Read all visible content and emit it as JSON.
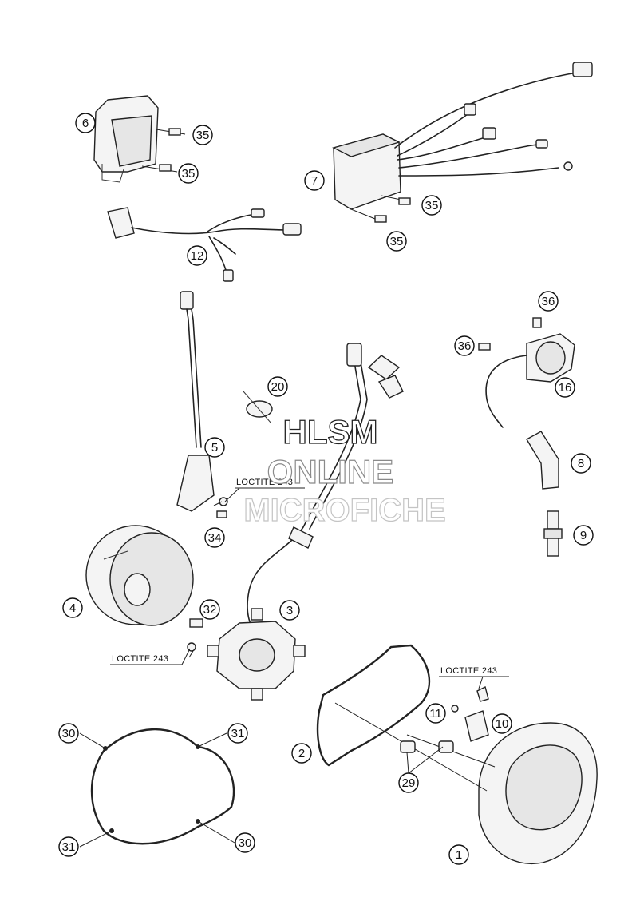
{
  "callouts": {
    "c1": "1",
    "c2": "2",
    "c3": "3",
    "c4": "4",
    "c5": "5",
    "c6": "6",
    "c7": "7",
    "c8": "8",
    "c9": "9",
    "c10": "10",
    "c11": "11",
    "c12": "12",
    "c16": "16",
    "c20": "20",
    "c29": "29",
    "c30a": "30",
    "c30b": "30",
    "c31a": "31",
    "c31b": "31",
    "c32": "32",
    "c34": "34",
    "c35a": "35",
    "c35b": "35",
    "c35c": "35",
    "c35d": "35",
    "c36a": "36",
    "c36b": "36"
  },
  "notes": {
    "loctite_a": "LOCTITE 243",
    "loctite_b": "LOCTITE 243",
    "loctite_c": "LOCTITE 243"
  },
  "watermark": {
    "line1": "HLSM",
    "line2": "ONLINE",
    "line3": "MICROFICHE"
  }
}
